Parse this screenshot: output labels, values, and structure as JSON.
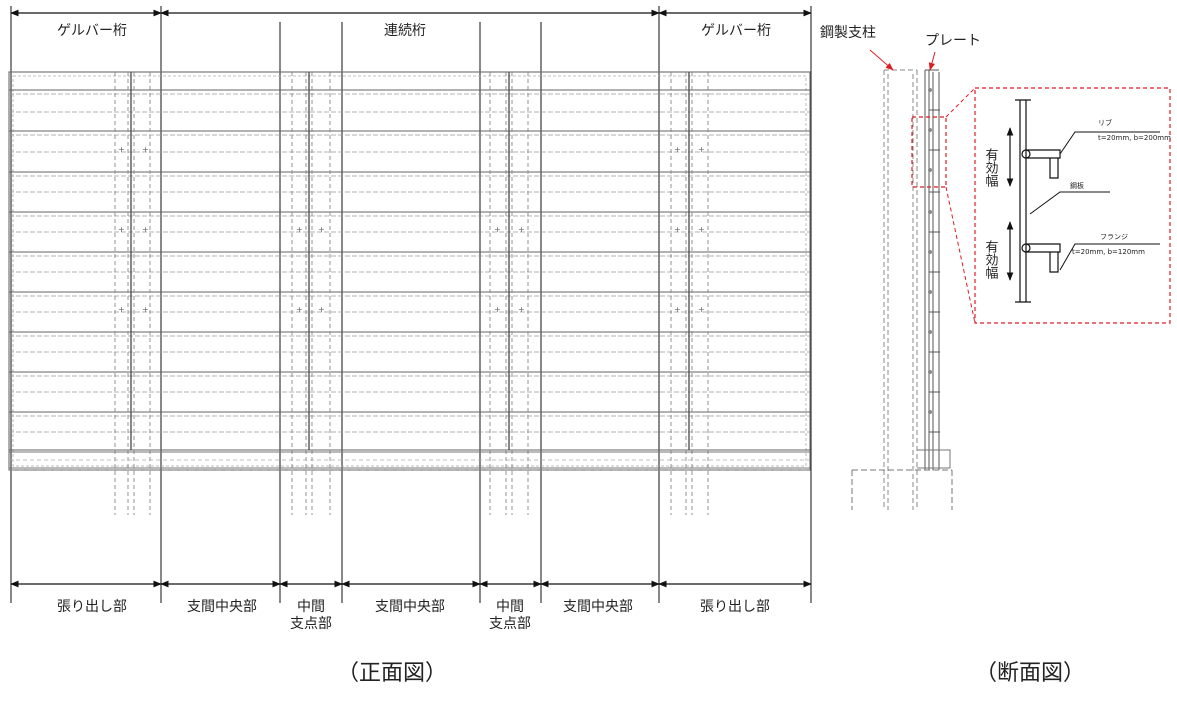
{
  "front_view": {
    "top_labels": {
      "left": "ゲルバー桁",
      "center": "連続桁",
      "right": "ゲルバー桁"
    },
    "bottom_labels": {
      "l1": "張り出し部",
      "l2": "支間中央部",
      "l3a": "中間",
      "l3b": "支点部",
      "l4": "支間中央部",
      "l5a": "中間",
      "l5b": "支点部",
      "l6": "支間中央部",
      "l7": "張り出し部"
    },
    "caption": "（正面図）"
  },
  "section_view": {
    "post_label": "鋼製支柱",
    "plate_label": "プレート",
    "caption": "（断面図）",
    "detail": {
      "rib_label": "リブ",
      "rib_spec": "t=20mm, b=200mm",
      "steel_plate_label": "鋼板",
      "flange_label": "フランジ",
      "flange_spec": "t=20mm, b=120mm",
      "effective_width_1": "有効幅",
      "effective_width_2": "有効幅"
    }
  }
}
